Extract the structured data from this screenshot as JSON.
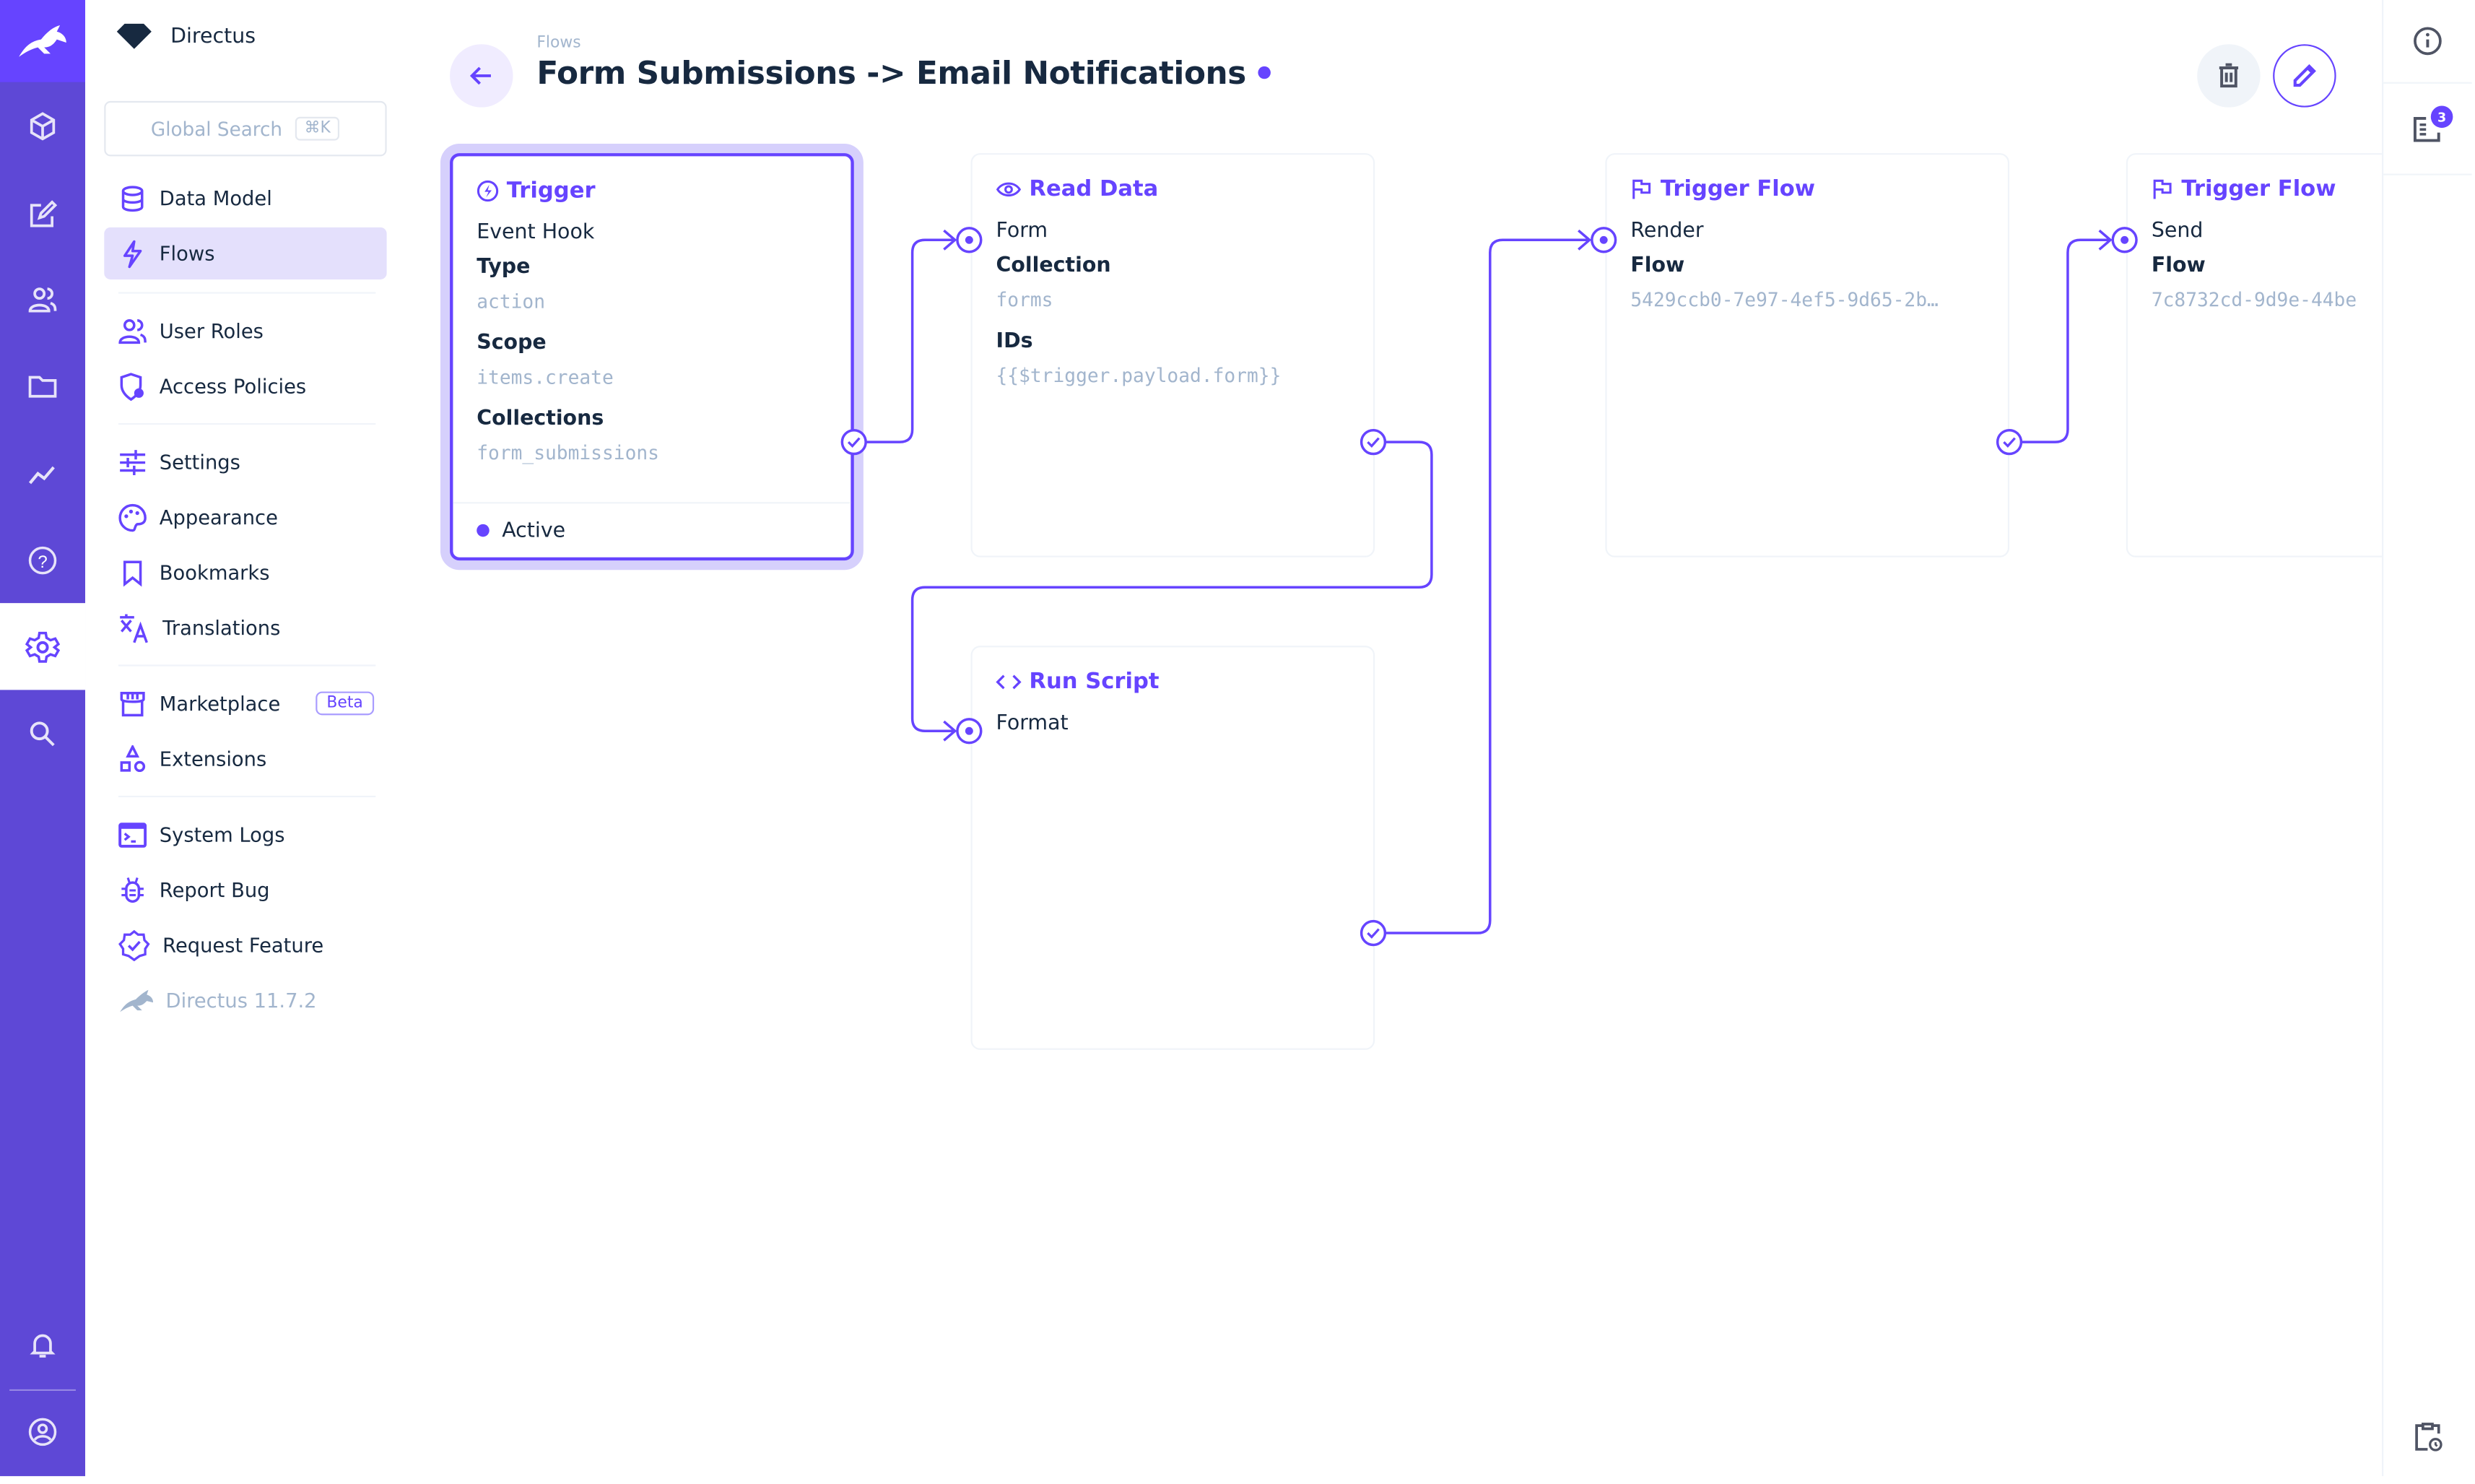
{
  "app": {
    "name": "Directus",
    "accent": "#6644ff",
    "rail_color": "#5e48d6"
  },
  "rail": {
    "items": [
      "box-icon",
      "edit-icon",
      "users-icon",
      "folder-icon",
      "insights-icon",
      "help-icon",
      "settings-icon",
      "search-icon"
    ],
    "bottom": [
      "bell-icon",
      "user-icon"
    ]
  },
  "search": {
    "placeholder": "Global Search",
    "shortcut": "⌘K"
  },
  "nav": {
    "items": [
      {
        "label": "Data Model",
        "icon": "database-icon"
      },
      {
        "label": "Flows",
        "icon": "bolt-icon",
        "selected": true
      },
      {
        "label": "User Roles",
        "icon": "users-icon"
      },
      {
        "label": "Access Policies",
        "icon": "shield-icon"
      },
      {
        "label": "Settings",
        "icon": "sliders-icon"
      },
      {
        "label": "Appearance",
        "icon": "palette-icon"
      },
      {
        "label": "Bookmarks",
        "icon": "bookmark-icon"
      },
      {
        "label": "Translations",
        "icon": "translate-icon"
      },
      {
        "label": "Marketplace",
        "icon": "store-icon",
        "badge": "Beta"
      },
      {
        "label": "Extensions",
        "icon": "shapes-icon"
      },
      {
        "label": "System Logs",
        "icon": "terminal-icon"
      },
      {
        "label": "Report Bug",
        "icon": "bug-icon"
      },
      {
        "label": "Request Feature",
        "icon": "verified-icon"
      }
    ],
    "version": "Directus 11.7.2"
  },
  "header": {
    "breadcrumb": "Flows",
    "title": "Form Submissions -> Email Notifications",
    "status_color": "#6644ff"
  },
  "right_sidebar": {
    "notifications_count": "3"
  },
  "flow": {
    "trigger": {
      "title": "Trigger",
      "label": "Event Hook",
      "fields": [
        {
          "k": "Type",
          "v": "action"
        },
        {
          "k": "Scope",
          "v": "items.create"
        },
        {
          "k": "Collections",
          "v": "form_submissions"
        }
      ],
      "status": "Active"
    },
    "operations": [
      {
        "title": "Read Data",
        "icon": "eye-icon",
        "name": "Form",
        "fields": [
          {
            "k": "Collection",
            "v": "forms"
          },
          {
            "k": "IDs",
            "v": "{{$trigger.payload.form}}"
          }
        ]
      },
      {
        "title": "Run Script",
        "icon": "code-icon",
        "name": "Format",
        "fields": []
      },
      {
        "title": "Trigger Flow",
        "icon": "flag-icon",
        "name": "Render",
        "fields": [
          {
            "k": "Flow",
            "v": "5429ccb0-7e97-4ef5-9d65-2b…"
          }
        ]
      },
      {
        "title": "Trigger Flow",
        "icon": "flag-icon",
        "name": "Send",
        "fields": [
          {
            "k": "Flow",
            "v": "7c8732cd-9d9e-44be"
          }
        ]
      }
    ]
  }
}
